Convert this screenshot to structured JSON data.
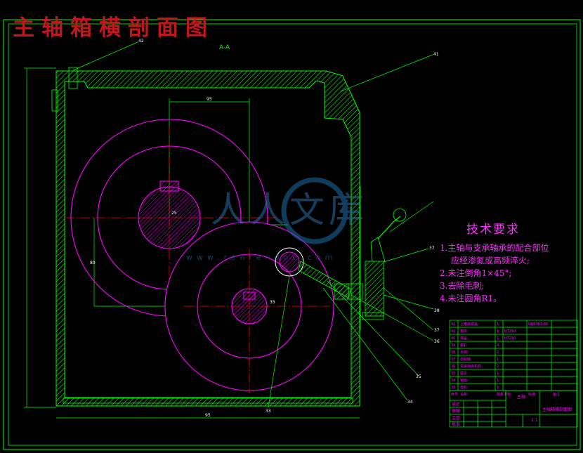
{
  "title": "主轴箱横剖面图",
  "section_label": "A-A",
  "watermark": {
    "text": "人人文库",
    "url": "www.renrendoc.com"
  },
  "callouts": [
    "42",
    "41",
    "37",
    "38",
    "37",
    "36",
    "35",
    "34",
    "33"
  ],
  "dimension_labels": [
    "95",
    "25",
    "80",
    "35",
    "95"
  ],
  "tech_requirements": {
    "heading": "技术要求",
    "items": [
      "1.主轴与支承轴承的配合部位",
      "应经渗氮或高频淬火;",
      "2.未注倒角1×45°;",
      "3.去除毛刺;",
      "4.未注圆角R1。"
    ]
  },
  "parts_table": {
    "rows": [
      [
        "42",
        "上箱体端盖",
        "1",
        "",
        "GB5783-86",
        ""
      ],
      [
        "41",
        "箱体",
        "1",
        "HT250",
        "",
        ""
      ],
      [
        "40",
        "端盖",
        "1",
        "HT250",
        "",
        ""
      ],
      [
        "39",
        "螺钉",
        "4",
        "",
        "",
        ""
      ],
      [
        "38",
        "手柄",
        "2",
        "",
        "",
        ""
      ],
      [
        "37",
        "齿轮轴",
        "1",
        "",
        "",
        ""
      ],
      [
        "36",
        "变速操纵机构",
        "2",
        "",
        "",
        ""
      ],
      [
        "35",
        "拨叉",
        "1",
        "",
        "",
        ""
      ],
      [
        "34",
        "销轴",
        "1",
        "",
        "",
        ""
      ],
      [
        "33",
        "齿轮",
        "1",
        "",
        "",
        ""
      ]
    ],
    "header": [
      "序号",
      "名称",
      "数量",
      "材料",
      "标准",
      "备注"
    ]
  },
  "title_block": {
    "name": "主轴",
    "drawing_title": "主轴箱横剖面图",
    "scale": "1:1",
    "roles": [
      "设计",
      "审核",
      "工艺",
      "批准"
    ]
  },
  "colors": {
    "background": "#000000",
    "frame": "#00ff00",
    "gear": "#ff00ff",
    "centerline": "#ff0000",
    "text_magenta": "#ff2fff",
    "title_red": "#c0161c"
  }
}
